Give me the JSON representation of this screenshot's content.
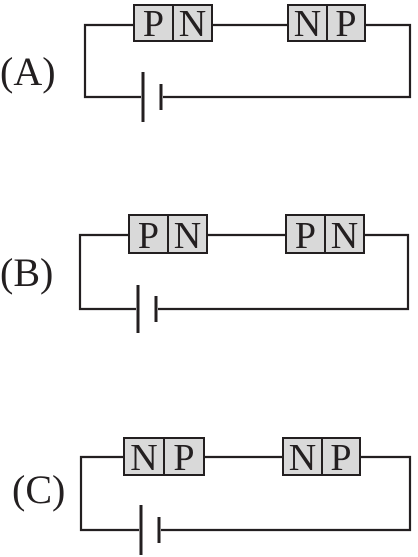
{
  "colors": {
    "wire": "#231f20",
    "junction_fill": "#d9d9d9",
    "background": "#ffffff"
  },
  "circuits": [
    {
      "label": "(A)",
      "diodes": [
        {
          "left": "P",
          "right": "N"
        },
        {
          "left": "N",
          "right": "P"
        }
      ]
    },
    {
      "label": "(B)",
      "diodes": [
        {
          "left": "P",
          "right": "N"
        },
        {
          "left": "P",
          "right": "N"
        }
      ]
    },
    {
      "label": "(C)",
      "diodes": [
        {
          "left": "N",
          "right": "P"
        },
        {
          "left": "N",
          "right": "P"
        }
      ]
    }
  ]
}
